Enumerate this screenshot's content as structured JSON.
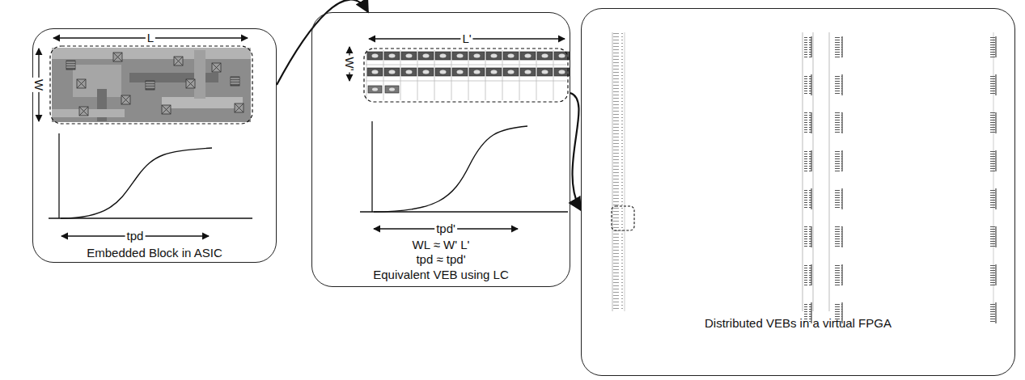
{
  "diagram": {
    "nodes": [
      {
        "text": [
          "Embedded Block in ASIC"
        ]
      },
      {
        "text": [
          "Equivalent VEB using LC"
        ]
      },
      {
        "text": [
          "Distributed VEBs in a virtual FPGA"
        ]
      }
    ],
    "edges": [
      {
        "from": 0,
        "to": 1,
        "arrow": "to"
      },
      {
        "from": 1,
        "to": 2,
        "arrow": "to"
      }
    ],
    "labels": [
      "L",
      "W",
      "tpd",
      "L'",
      "W'",
      "tpd'",
      "WL ≈ W' L'",
      "tpd ≈ tpd'"
    ]
  }
}
